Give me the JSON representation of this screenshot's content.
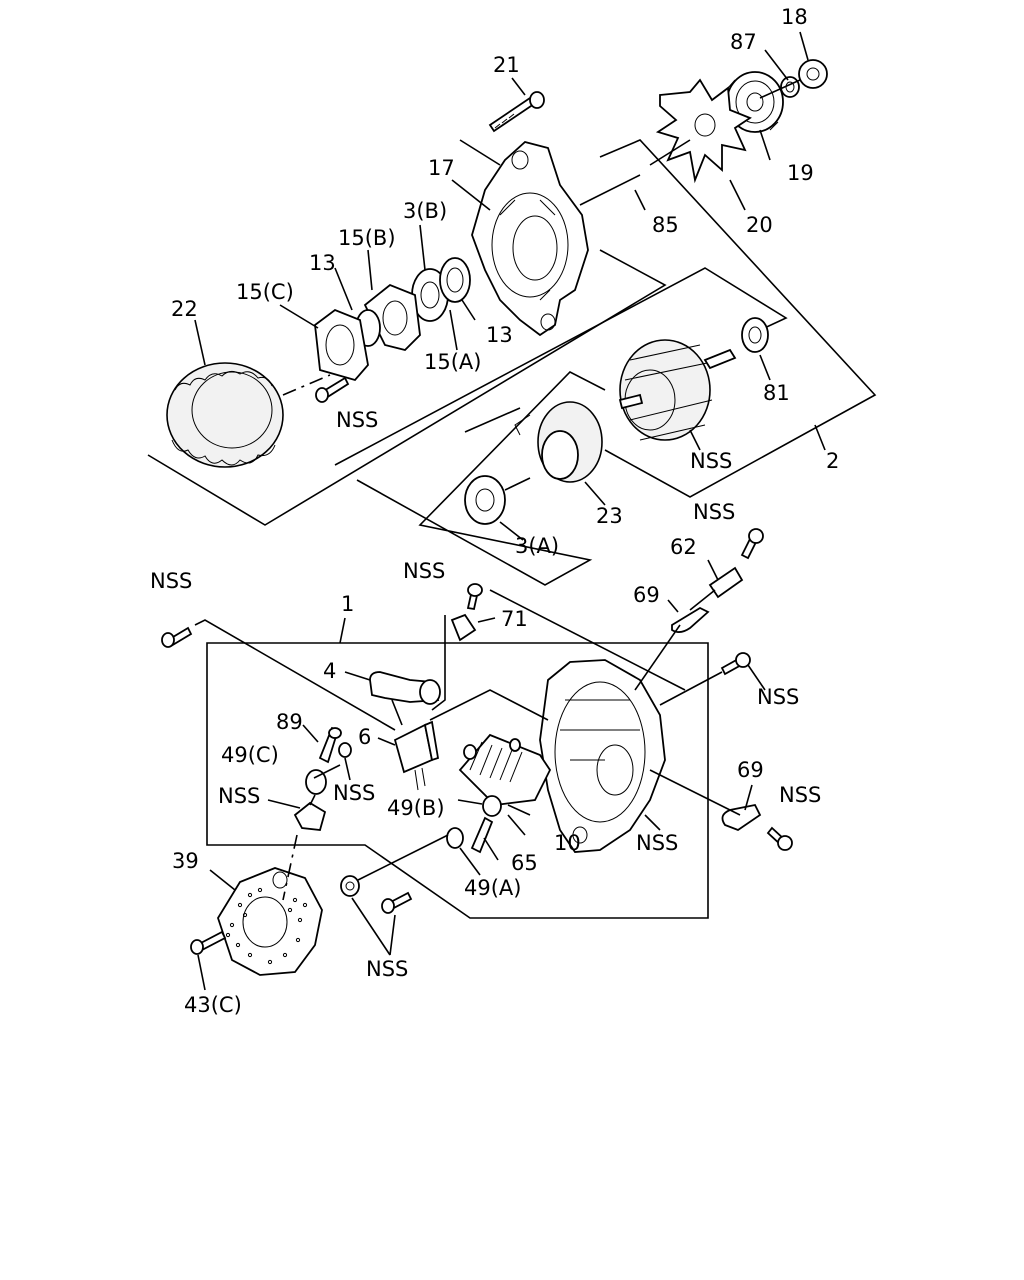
{
  "labels": {
    "l18": "18",
    "l87": "87",
    "l21": "21",
    "l19": "19",
    "l17": "17",
    "l85": "85",
    "l20": "20",
    "l3b": "3(B)",
    "l15b": "15(B)",
    "l13a": "13",
    "l15c": "15(C)",
    "l22": "22",
    "l13b": "13",
    "l15a": "15(A)",
    "l81": "81",
    "nss_screw_top": "NSS",
    "nss_rotor": "NSS",
    "l2": "2",
    "l23": "23",
    "l3a": "3(A)",
    "nss_62": "NSS",
    "l62": "62",
    "nss_top_left": "NSS",
    "nss_71": "NSS",
    "l71": "71",
    "l69a": "69",
    "l1": "1",
    "l4": "4",
    "nss_right": "NSS",
    "l89": "89",
    "l6": "6",
    "l49c": "49(C)",
    "nss_89": "NSS",
    "l69b": "69",
    "nss_69b": "NSS",
    "nss_left_mid": "NSS",
    "l49b": "49(B)",
    "l10": "10",
    "nss_frame": "NSS",
    "l39": "39",
    "l65": "65",
    "l49a": "49(A)",
    "nss_bottom": "NSS",
    "l43c": "43(C)"
  }
}
